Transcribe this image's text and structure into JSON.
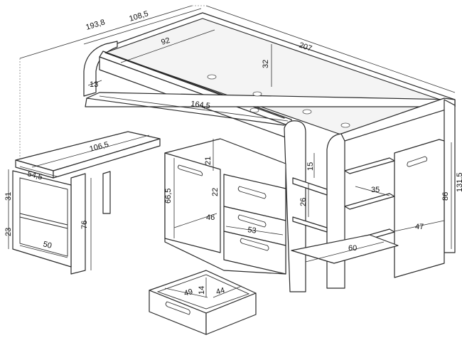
{
  "dimensions": {
    "overall_depth": "193,8",
    "bed_depth": "108,5",
    "overall_length": "207",
    "guardrail_width": "92",
    "guardrail_height": "32",
    "ladder_gap": "13",
    "shelf_length": "164,5",
    "desk_length": "106,5",
    "desk_depth": "54,5",
    "desk_cabinet_shelf_upper": "31",
    "desk_cabinet_shelf_lower": "23",
    "desk_cabinet_width": "50",
    "desk_height": "76",
    "door_height": "66,5",
    "top_clearance": "21",
    "drawer_top_height": "22",
    "cabinet_depth": "46",
    "drawer_width": "53",
    "ladder_step_top": "15",
    "ladder_step_mid": "26",
    "end_shelf_depth": "35",
    "end_cabinet_width": "47",
    "step_length": "60",
    "end_height": "86",
    "total_height": "131,5",
    "drawer_inner_width": "49",
    "drawer_inner_height": "14",
    "drawer_inner_depth": "44"
  },
  "colors": {
    "line": "#2a2a2a",
    "background": "#ffffff",
    "panel_shade": "#f4f4f4"
  }
}
